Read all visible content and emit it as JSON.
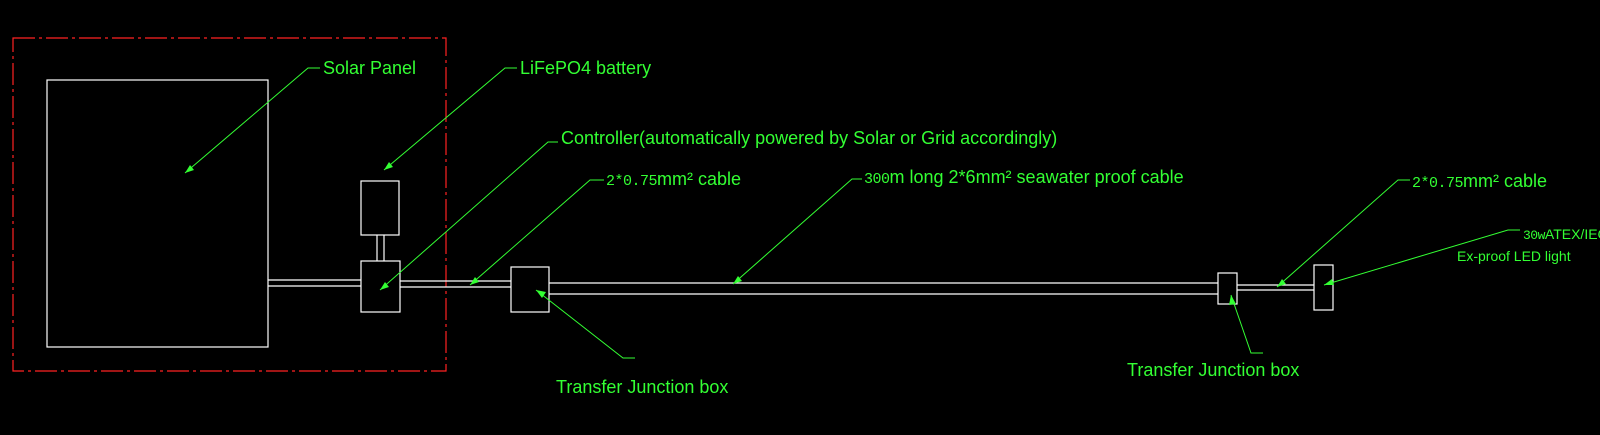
{
  "labels": {
    "solar_panel": "Solar Panel",
    "battery": "LiFePO4 battery",
    "controller": "Controller(automatically powered by Solar or Grid accordingly)",
    "cable_short_left_prefix": "2*0.75",
    "cable_short_left_suffix": "mm² cable",
    "cable_long_prefix": "300",
    "cable_long_suffix": "m long 2*6mm² seawater proof cable",
    "junction_box_left": "Transfer Junction box",
    "junction_box_right": "Transfer Junction box",
    "cable_short_right_prefix": "2*0.75",
    "cable_short_right_suffix": "mm² cable",
    "light_power_prefix": "30w",
    "light_line1_suffix": "ATEX/IECEx",
    "light_line2": "Ex-proof LED light"
  },
  "colors": {
    "background": "#000000",
    "annotation": "#33ff33",
    "geometry": "#ffffff",
    "boundary": "#ff2222"
  }
}
